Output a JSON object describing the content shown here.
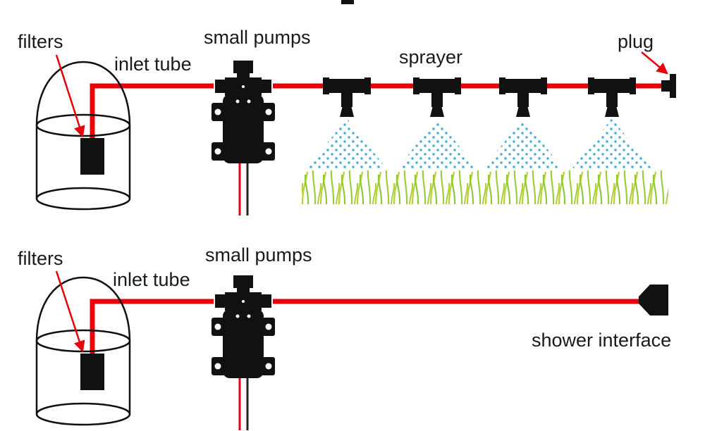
{
  "figure": {
    "background": "#ffffff",
    "description": "Two-panel diagram of a micro irrigation pump system"
  },
  "colors": {
    "component_black": "#111111",
    "tube_red": "#e8000b",
    "spray_blue": "#3fa9d6",
    "grass_green": "#9ccc3f",
    "text": "#1a1a1a",
    "hole_white": "#ffffff"
  },
  "top_panel": {
    "labels": {
      "filters": "filters",
      "inlet_tube": "inlet tube",
      "small_pumps": "small pumps",
      "sprayer": "sprayer",
      "plug": "plug"
    }
  },
  "bottom_panel": {
    "labels": {
      "filters": "filters",
      "inlet_tube": "inlet tube",
      "small_pumps": "small pumps",
      "shower_interface": "shower interface"
    }
  }
}
